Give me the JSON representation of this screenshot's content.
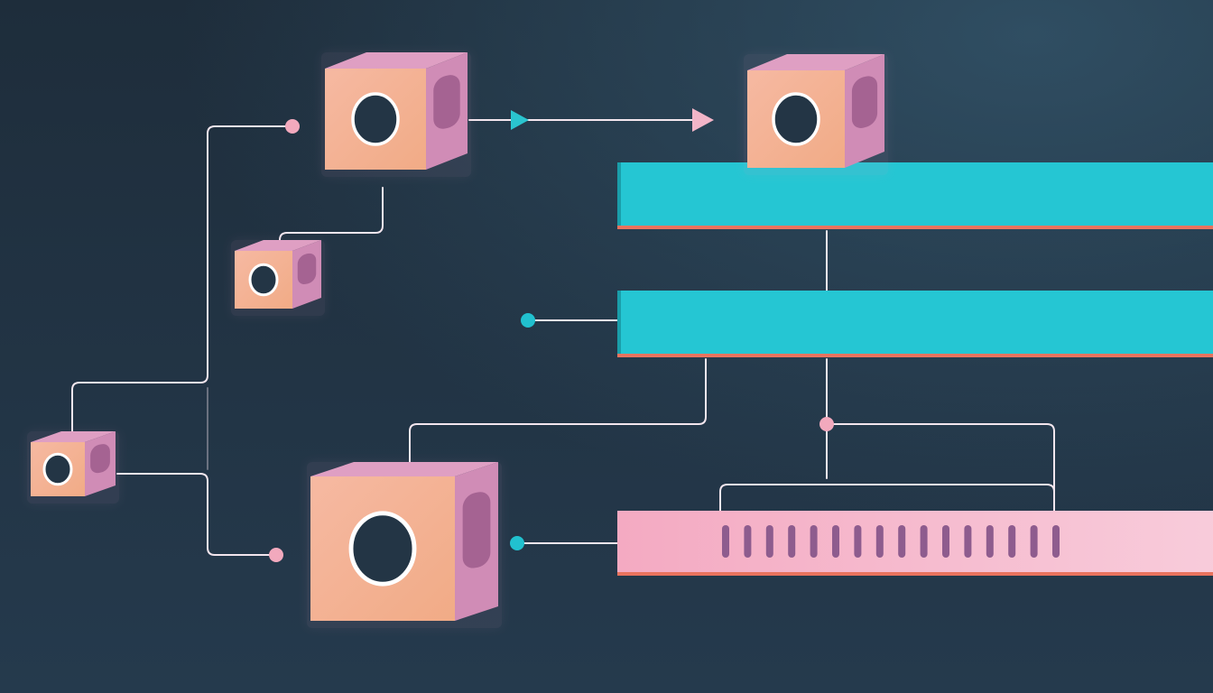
{
  "diagram": {
    "background": {
      "top": "#1e2d3b",
      "bottom": "#253a4d",
      "glow": "#34566c"
    },
    "colors": {
      "cube_front_from": "#f6b9a2",
      "cube_front_to": "#f1ab86",
      "cube_top": "#df9fc3",
      "cube_side": "#d08cb6",
      "cube_side_recess": "#9d5c8c",
      "cube_ring": "#ffffff",
      "cube_hole": "#233545",
      "bar_cyan": "#25c6d3",
      "bar_cyan_shadow": "#1a9eaa",
      "bar_edge": "#e9735e",
      "bar_pink_from": "#f4aac2",
      "bar_pink_to": "#f8ccdb",
      "bar_slot": "#8e5c8e",
      "wire": "#f3e6ee",
      "node_pink": "#f2a9bd",
      "node_cyan": "#21c1cf",
      "arrow_cyan": "#2ac4cf",
      "arrow_pink": "#f2b5c8"
    },
    "components": [
      {
        "id": "cube-top-center",
        "kind": "cube",
        "icon": "ring-port-icon"
      },
      {
        "id": "cube-top-right",
        "kind": "cube",
        "icon": "ring-port-icon"
      },
      {
        "id": "cube-small-middle",
        "kind": "cube",
        "icon": "ring-port-icon"
      },
      {
        "id": "cube-small-left",
        "kind": "cube",
        "icon": "ring-port-icon"
      },
      {
        "id": "cube-large-bottom",
        "kind": "cube",
        "icon": "ring-port-icon"
      },
      {
        "id": "bar-cyan-upper",
        "kind": "bar"
      },
      {
        "id": "bar-cyan-lower",
        "kind": "bar"
      },
      {
        "id": "bar-pink-slotted",
        "kind": "bar",
        "slot_count": 16
      }
    ]
  }
}
